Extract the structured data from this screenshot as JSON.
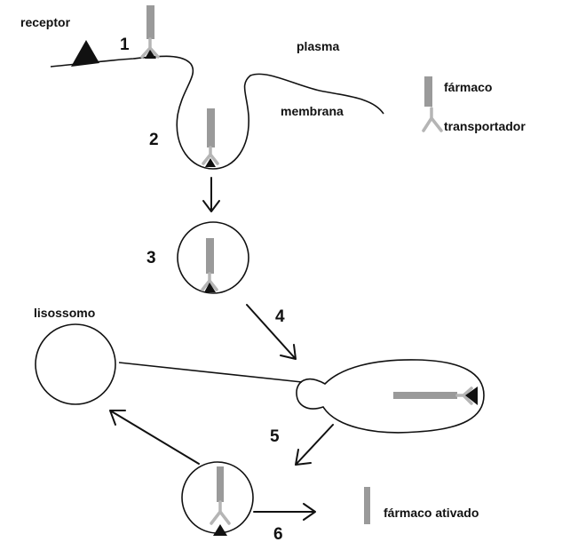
{
  "labels": {
    "receptor": "receptor",
    "plasma": "plasma",
    "membrana": "membrana",
    "farmaco": "fármaco",
    "transportador": "transportador",
    "lisossomo": "lisossomo",
    "farmaco_ativado": "fármaco ativado"
  },
  "steps": [
    "1",
    "2",
    "3",
    "4",
    "5",
    "6"
  ],
  "colors": {
    "ink": "#111111",
    "drug": "#9a9a9a",
    "carrier": "#b5b5b5"
  }
}
